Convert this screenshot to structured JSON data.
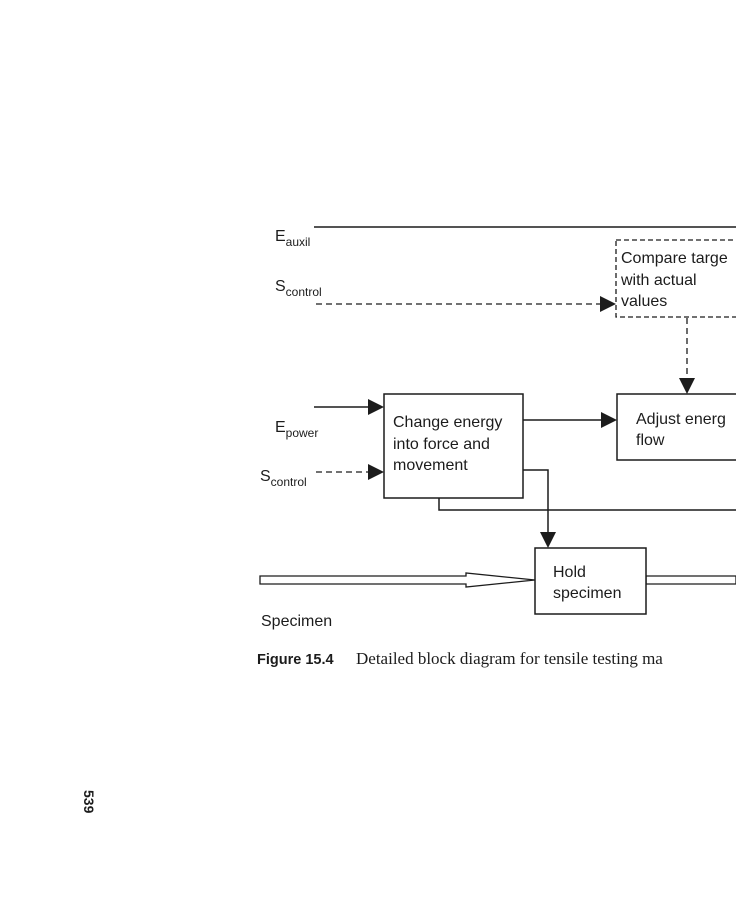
{
  "signals": {
    "e_auxil": {
      "base": "E",
      "sub": "auxil"
    },
    "s_control_top": {
      "base": "S",
      "sub": "control"
    },
    "e_power": {
      "base": "E",
      "sub": "power"
    },
    "s_control_bottom": {
      "base": "S",
      "sub": "control"
    },
    "specimen": "Specimen"
  },
  "blocks": {
    "compare": [
      "Compare targe",
      "with actual",
      "values"
    ],
    "change_energy": [
      "Change energy",
      "into force and",
      "movement"
    ],
    "adjust": [
      "Adjust energ",
      "flow"
    ],
    "hold": [
      "Hold",
      "specimen"
    ]
  },
  "caption": {
    "number": "Figure 15.4",
    "text": "Detailed block diagram for tensile testing ma"
  },
  "page_number": "539"
}
